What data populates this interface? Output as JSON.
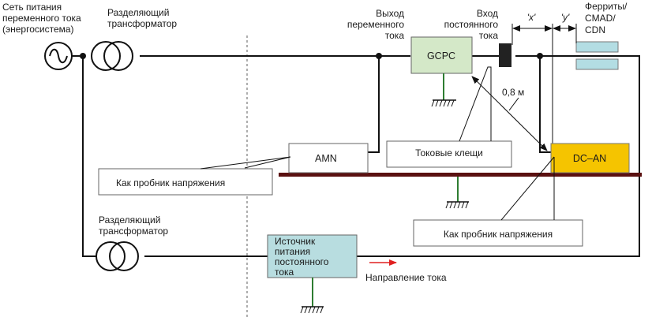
{
  "labels": {
    "grid_source": [
      "Сеть питания",
      "переменного тока",
      "(энергосистема)"
    ],
    "isolating_transformer_top": [
      "Разделяющий",
      "трансформатор"
    ],
    "isolating_transformer_bottom": [
      "Разделяющий",
      "трансформатор"
    ],
    "ac_output": [
      "Выход",
      "переменного",
      "тока"
    ],
    "dc_input": [
      "Вход",
      "постоянного",
      "тока"
    ],
    "dim_x": "'x'",
    "dim_y": "'y'",
    "ferrites": [
      "Ферриты/",
      "CMAD/",
      "CDN"
    ],
    "distance": "0,8 м",
    "current_direction": "Направление тока"
  },
  "blocks": {
    "gcpc": "GCPC",
    "amn": "AMN",
    "dc_an": "DC–AN",
    "dc_source": [
      "Источник",
      "питания",
      "постоянного",
      "тока"
    ]
  },
  "callouts": {
    "voltage_probe_left": "Как пробник напряжения",
    "current_clamp": "Токовые клещи",
    "voltage_probe_right": "Как пробник напряжения"
  },
  "colors": {
    "gcpc_fill": "#d4e8c8",
    "dc_an_fill": "#f5c400",
    "dc_source_fill": "#b8dde0",
    "ferrite_fill": "#b3dde3",
    "ground_plane": "#5a1010",
    "ground_wire": "#2e7d32",
    "direction_arrow": "#e02020"
  }
}
